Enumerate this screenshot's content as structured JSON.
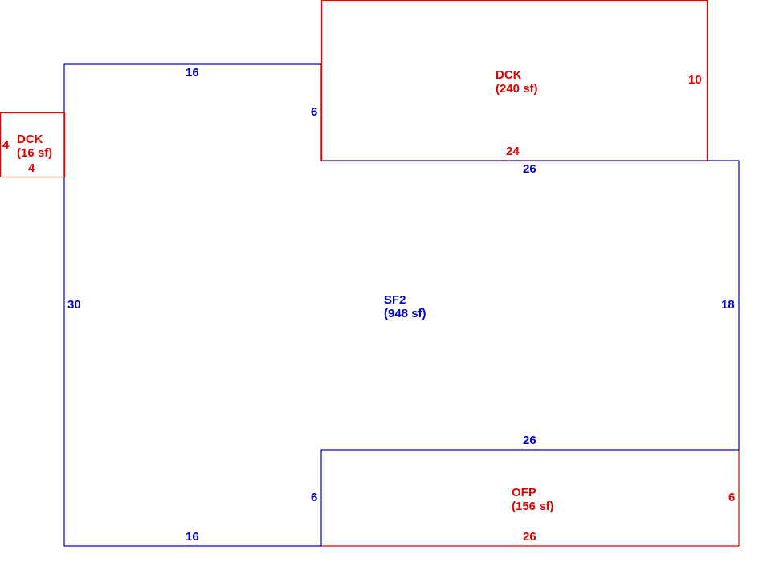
{
  "colors": {
    "living_area": "#0000c8",
    "attachments": "#e00000",
    "background": "#ffffff"
  },
  "areas": {
    "sf2": {
      "name": "SF2",
      "size": "(948 sf)"
    },
    "dck_top": {
      "name": "DCK",
      "size": "(240 sf)"
    },
    "dck_left": {
      "name": "DCK",
      "size": "(16 sf)"
    },
    "ofp": {
      "name": "OFP",
      "size": "(156 sf)"
    }
  },
  "dimensions": {
    "sf2": {
      "top_left": "16",
      "step_top": "6",
      "top_right": "26",
      "right": "18",
      "lower_step": "26",
      "step_bottom": "6",
      "bottom": "16",
      "left": "30"
    },
    "dck_top": {
      "bottom": "24",
      "right": "10"
    },
    "dck_left": {
      "left": "4",
      "bottom": "4"
    },
    "ofp": {
      "right": "6",
      "bottom": "26"
    }
  }
}
